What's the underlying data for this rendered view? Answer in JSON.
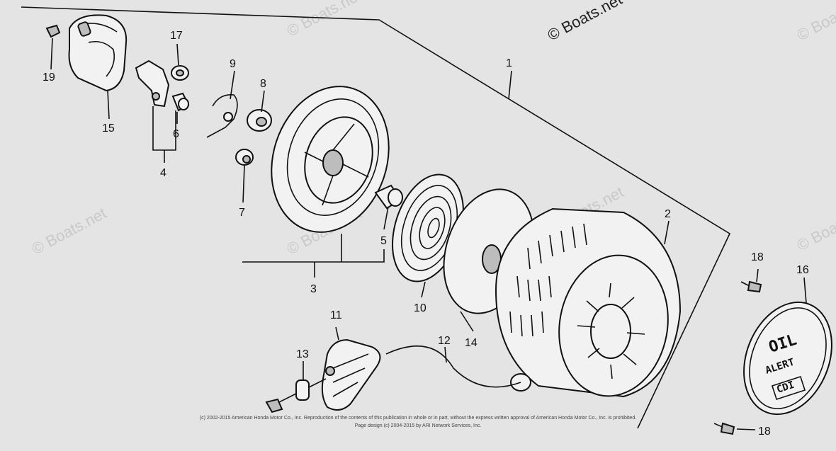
{
  "watermarks": {
    "main": "© Boats.net",
    "faint": "© Boats.net"
  },
  "callouts": [
    "1",
    "2",
    "3",
    "4",
    "5",
    "6",
    "7",
    "8",
    "9",
    "10",
    "11",
    "12",
    "13",
    "14",
    "15",
    "16",
    "17",
    "18",
    "18",
    "19"
  ],
  "decal": {
    "line1": "OIL",
    "line2": "ALERT",
    "line3": "CDI"
  },
  "footer": {
    "line1": "(c) 2002-2015 American Honda Motor Co., Inc. Reproduction of the contents of this publication in whole or in part, without the express written approval of American Honda Motor Co., Inc. is prohibited.",
    "line2": "Page design (c) 2004-2015 by ARI Network Services, Inc."
  }
}
